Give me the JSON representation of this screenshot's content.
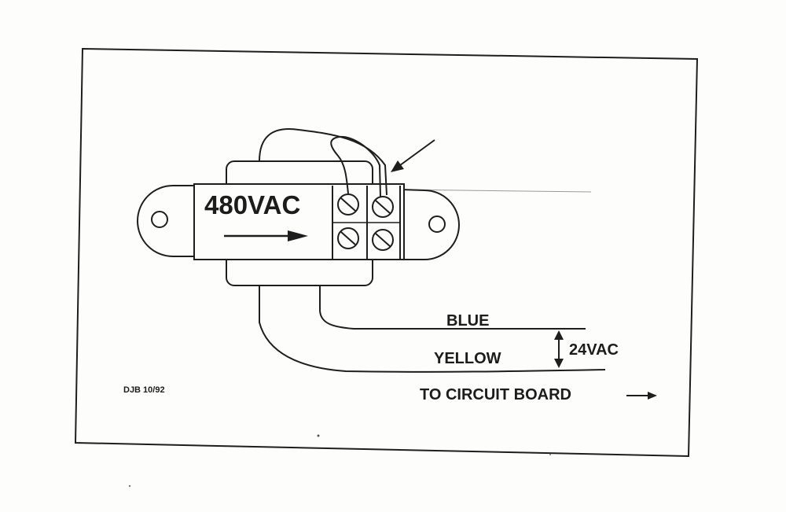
{
  "diagram": {
    "transformer_label": "480VAC",
    "wire_blue_label": "BLUE",
    "wire_yellow_label": "YELLOW",
    "secondary_voltage_label": "24VAC",
    "destination_label": "TO CIRCUIT BOARD",
    "initials_label": "DJB 10/92"
  },
  "colors": {
    "ink": "#1e1e1e",
    "paper": "#fdfdfc"
  }
}
